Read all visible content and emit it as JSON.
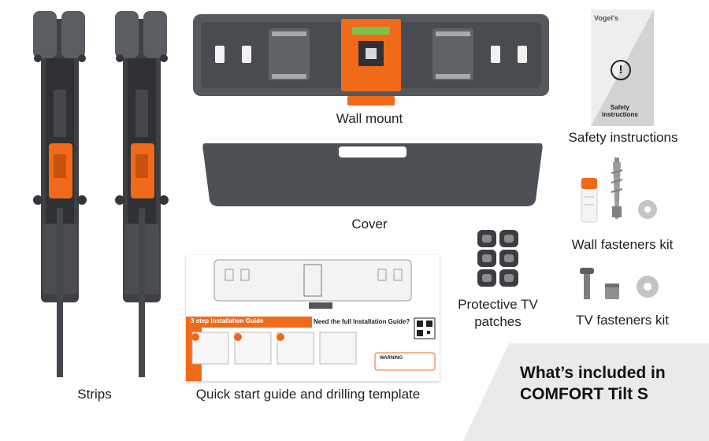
{
  "items": {
    "strips": "Strips",
    "wall_mount": "Wall mount",
    "cover": "Cover",
    "safety": "Safety instructions",
    "wall_fasteners": "Wall fasteners kit",
    "tv_fasteners": "TV fasteners kit",
    "patches_line1": "Protective TV",
    "patches_line2": "patches",
    "guide": "Quick start guide and drilling template"
  },
  "booklet": {
    "brand": "Vogel's",
    "warning_mark": "!",
    "title_line1": "Safety",
    "title_line2": "instructions"
  },
  "guide_card": {
    "step_title": "3 step Installation Guide",
    "full_title": "Need the full Installation Guide?",
    "warning": "WARNING"
  },
  "banner": {
    "line1": "What’s included in",
    "line2": "COMFORT Tilt S"
  },
  "colors": {
    "dark_grey": "#4a4c50",
    "mid_grey": "#5c5f64",
    "orange": "#f06a1a",
    "banner_bg": "#e9eaeb"
  }
}
